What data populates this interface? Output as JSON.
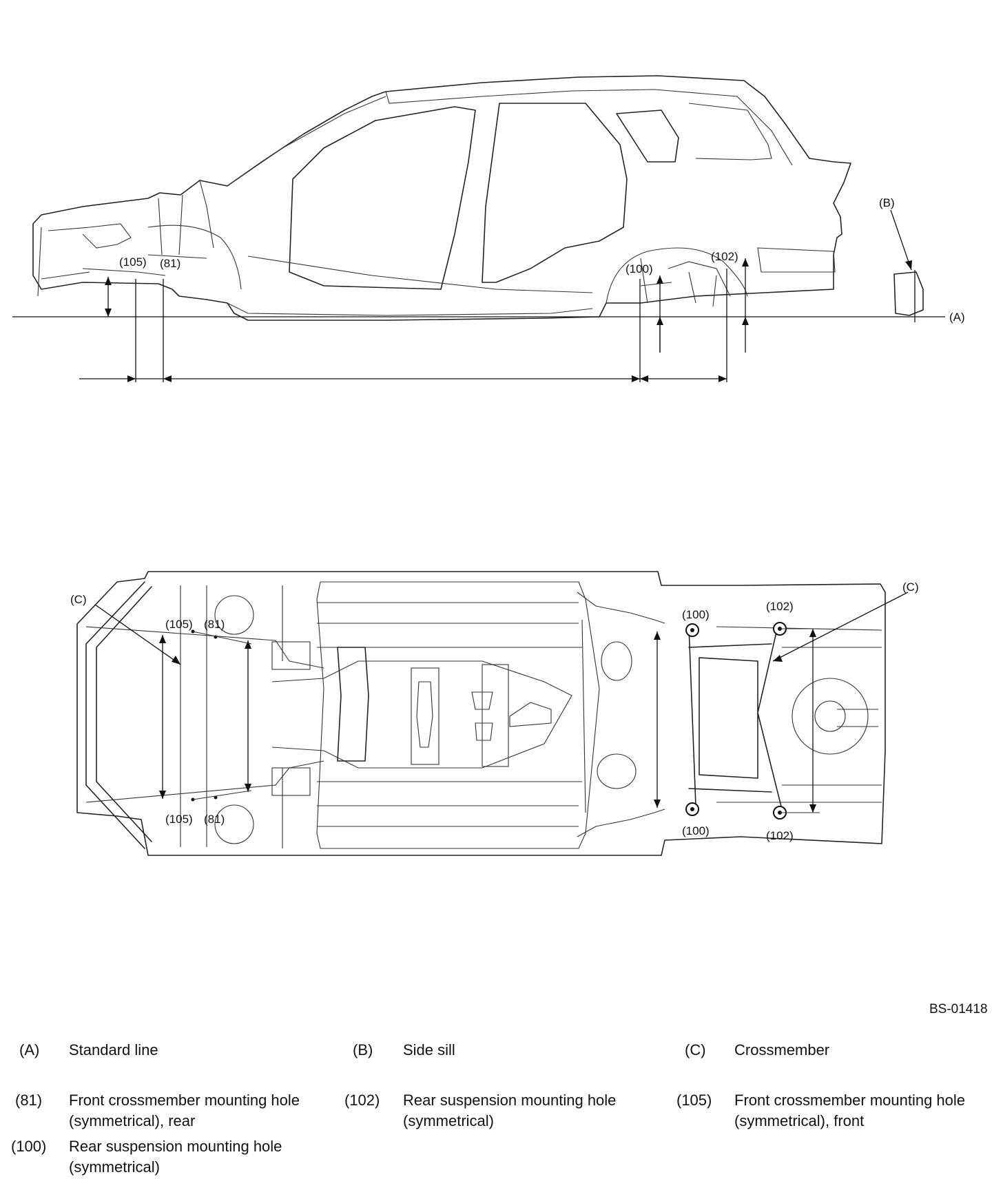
{
  "callouts": {
    "A": "(A)",
    "B": "(B)",
    "C": "(C)",
    "n81": "(81)",
    "n100": "(100)",
    "n102": "(102)",
    "n105": "(105)"
  },
  "figure_code": "BS-01418",
  "legend": [
    {
      "key": "(A)",
      "text": "Standard line"
    },
    {
      "key": "(B)",
      "text": "Side sill"
    },
    {
      "key": "(C)",
      "text": "Crossmember"
    },
    {
      "key": "(81)",
      "text": "Front crossmember mounting hole (symmetrical), rear"
    },
    {
      "key": "(102)",
      "text": "Rear suspension mounting hole (symmetrical)"
    },
    {
      "key": "(105)",
      "text": "Front crossmember mounting hole (symmetrical), front"
    },
    {
      "key": "(100)",
      "text": "Rear suspension mounting hole (symmetrical)"
    }
  ]
}
